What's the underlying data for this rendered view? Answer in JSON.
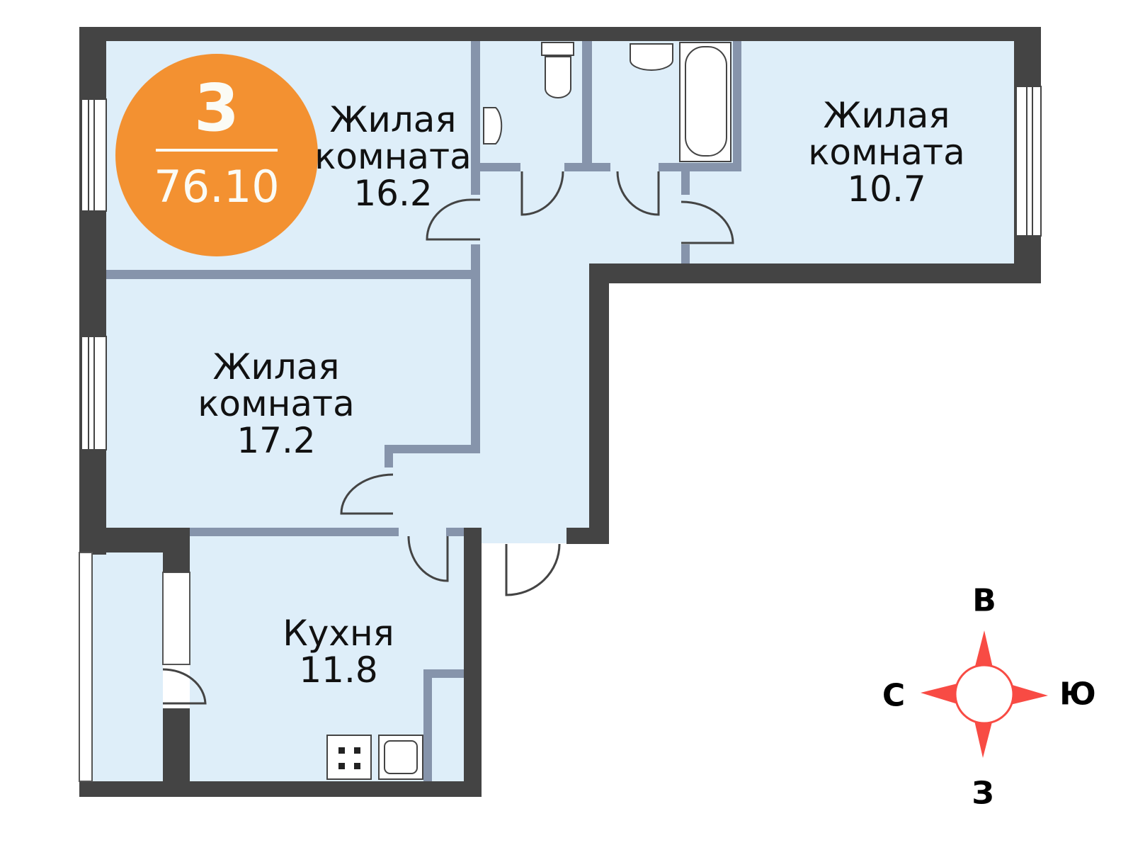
{
  "badge": {
    "rooms": "3",
    "total_area": "76.10",
    "color": "#f39131"
  },
  "rooms": [
    {
      "name": "Жилая",
      "name2": "комната",
      "area": "16.2"
    },
    {
      "name": "Жилая",
      "name2": "комната",
      "area": "10.7"
    },
    {
      "name": "Жилая",
      "name2": "комната",
      "area": "17.2"
    },
    {
      "name": "Кухня",
      "area": "11.8"
    }
  ],
  "compass": {
    "top": "В",
    "left": "С",
    "right": "Ю",
    "bottom": "З",
    "color": "#f84b44"
  },
  "colors": {
    "wall": "#444444",
    "partition": "#8694ab",
    "floor": "#deeef9"
  }
}
